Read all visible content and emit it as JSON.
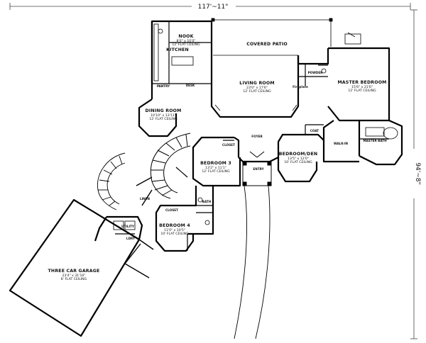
{
  "dimensions": {
    "width": "117'~11\"",
    "depth": "94'~8\""
  },
  "rooms": {
    "nook": {
      "name": "NOOK",
      "size": "8'0\" x 10'0\"",
      "ceiling": "12' FLAT CEILING"
    },
    "kitchen": {
      "name": "KITCHEN"
    },
    "covered_patio": {
      "name": "COVERED PATIO"
    },
    "living_room": {
      "name": "LIVING ROOM",
      "size": "23'0\" x 17'6\"",
      "ceiling": "12' FLAT CEILING"
    },
    "master_bedroom": {
      "name": "MASTER BEDROOM",
      "size": "15'6\" x 21'6\"",
      "ceiling": "12' FLAT CEILING"
    },
    "dining_room": {
      "name": "DINING ROOM",
      "size": "10'10\" x 13'11\"",
      "ceiling": "12' FLAT CEILING"
    },
    "bedroom3": {
      "name": "BEDROOM 3",
      "size": "13'2\" x 11'1\"",
      "ceiling": "12' FLAT CEILING"
    },
    "bedroom_den": {
      "name": "BEDROOM/DEN",
      "size": "13'5\" x 12'0\"",
      "ceiling": "10' FLAT CEILING"
    },
    "bedroom4": {
      "name": "BEDROOM 4",
      "size": "11'0\" x 10'5\"",
      "ceiling": "10' FLAT CEILING"
    },
    "garage": {
      "name": "THREE CAR GARAGE",
      "size": "23'4\" x 31'10\"",
      "ceiling": "8' FLAT CEILING"
    }
  },
  "small_labels": {
    "foyer": "FOYER",
    "entry": "ENTRY",
    "walk_in": "WALK-IN",
    "master_bath": "MASTER BATH",
    "bath": "BATH",
    "utility": "UTILITY",
    "powder": "POWDER",
    "pantry": "PANTRY",
    "closet": "CLOSET",
    "closet_b4": "CLOSET",
    "linen": "LINEN",
    "ldry": "LDRY",
    "desk": "DESK",
    "fireplace": "Fireplace",
    "coat": "COAT"
  }
}
